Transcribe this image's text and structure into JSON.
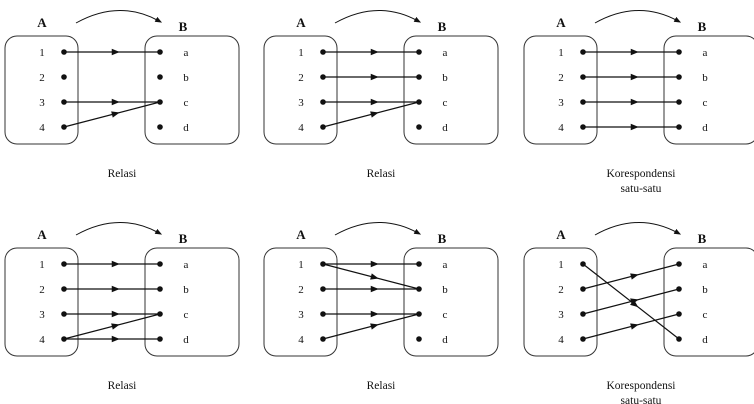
{
  "colors": {
    "ink": "#111111",
    "box_stroke": "#333333",
    "background": "#ffffff"
  },
  "set_a": [
    "1",
    "2",
    "3",
    "4"
  ],
  "set_b": [
    "a",
    "b",
    "c",
    "d"
  ],
  "panels": [
    {
      "name_a": "A",
      "name_b": "B",
      "caption": [
        "Relasi"
      ],
      "arrows": [
        [
          "1",
          "a"
        ],
        [
          "3",
          "c"
        ],
        [
          "4",
          "c"
        ]
      ]
    },
    {
      "name_a": "A",
      "name_b": "B",
      "caption": [
        "Relasi"
      ],
      "arrows": [
        [
          "1",
          "a"
        ],
        [
          "2",
          "b"
        ],
        [
          "3",
          "c"
        ],
        [
          "4",
          "c"
        ]
      ]
    },
    {
      "name_a": "A",
      "name_b": "B",
      "caption": [
        "Korespondensi",
        "satu-satu"
      ],
      "arrows": [
        [
          "1",
          "a"
        ],
        [
          "2",
          "b"
        ],
        [
          "3",
          "c"
        ],
        [
          "4",
          "d"
        ]
      ]
    },
    {
      "name_a": "A",
      "name_b": "B",
      "caption": [
        "Relasi"
      ],
      "arrows": [
        [
          "1",
          "a"
        ],
        [
          "2",
          "b"
        ],
        [
          "3",
          "c"
        ],
        [
          "4",
          "c"
        ],
        [
          "4",
          "d"
        ]
      ]
    },
    {
      "name_a": "A",
      "name_b": "B",
      "caption": [
        "Relasi"
      ],
      "arrows": [
        [
          "1",
          "a"
        ],
        [
          "1",
          "b"
        ],
        [
          "2",
          "b"
        ],
        [
          "3",
          "c"
        ],
        [
          "4",
          "c"
        ]
      ]
    },
    {
      "name_a": "A",
      "name_b": "B",
      "caption": [
        "Korespondensi",
        "satu-satu"
      ],
      "arrows": [
        [
          "1",
          "d"
        ],
        [
          "2",
          "a"
        ],
        [
          "3",
          "b"
        ],
        [
          "4",
          "c"
        ]
      ]
    }
  ]
}
